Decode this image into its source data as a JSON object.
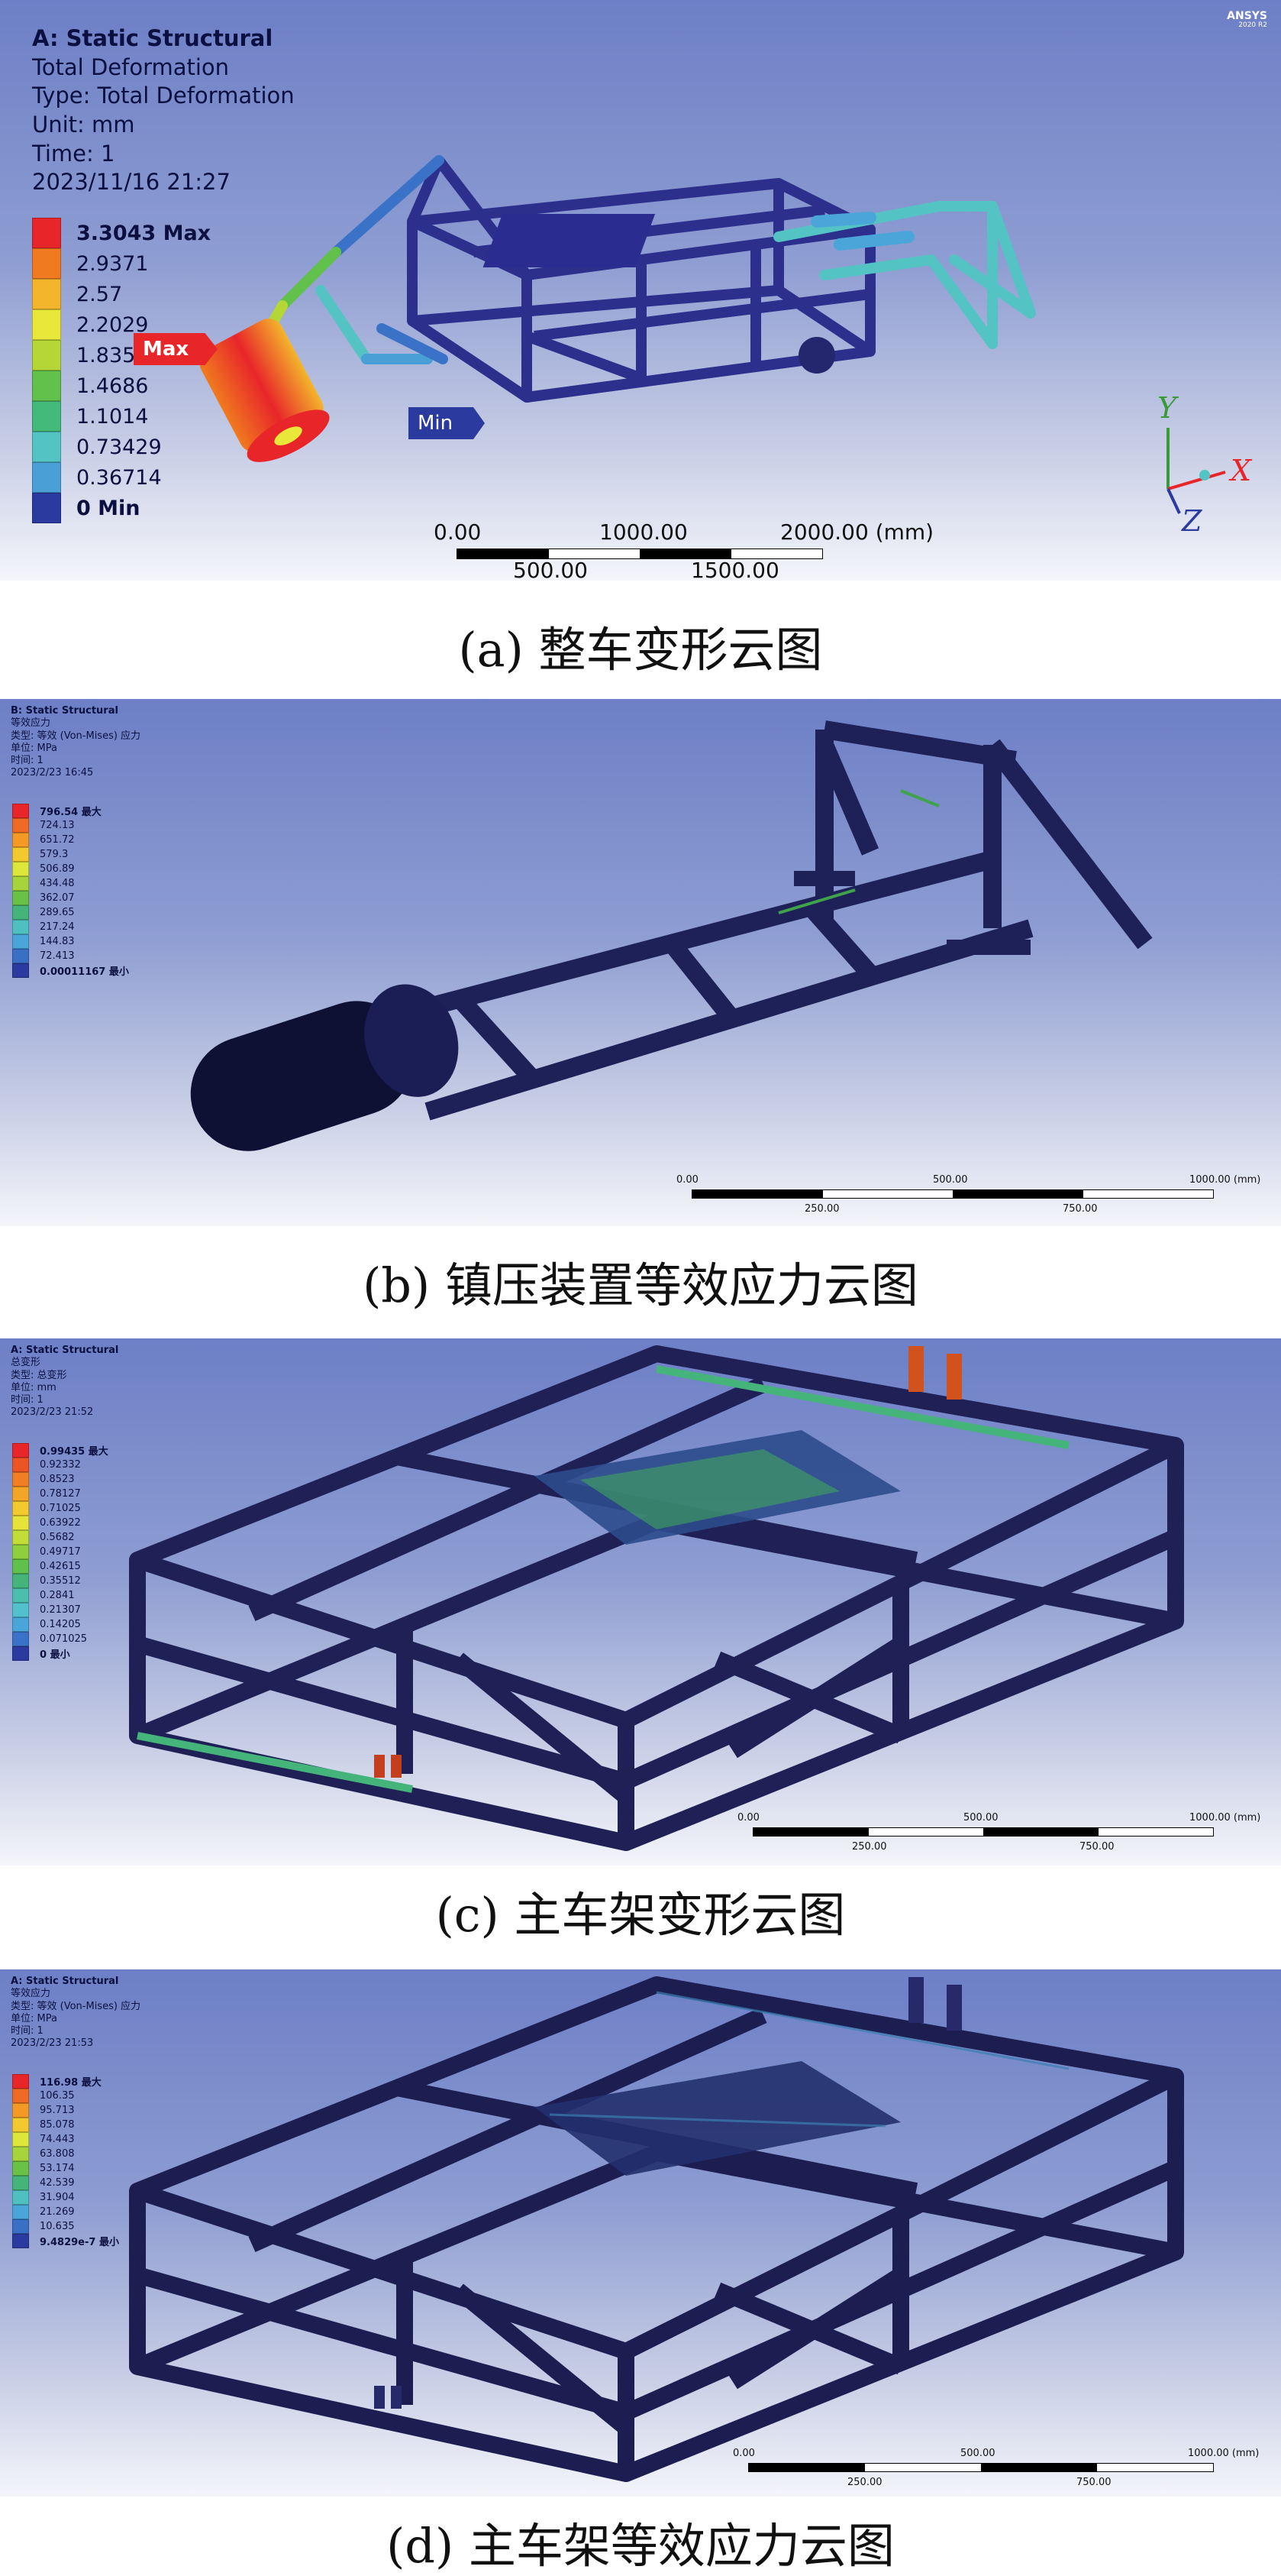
{
  "panel_a": {
    "title": "A: Static Structural",
    "lines": [
      "Total Deformation",
      "Type: Total Deformation",
      "Unit: mm",
      "Time: 1",
      "2023/11/16 21:27"
    ],
    "brand": "ANSYS",
    "brand_version": "2020 R2",
    "legend": [
      "3.3043 Max",
      "2.9371",
      "2.57",
      "2.2029",
      "1.8357",
      "1.4686",
      "1.1014",
      "0.73429",
      "0.36714",
      "0 Min"
    ],
    "max_flag": "Max",
    "min_flag": "Min",
    "axes": {
      "y": "Y",
      "x": "X",
      "z": "Z"
    },
    "scale_top": [
      "0.00",
      "1000.00",
      "2000.00 (mm)"
    ],
    "scale_bottom": [
      "500.00",
      "1500.00"
    ],
    "caption": "(a)  整车变形云图"
  },
  "panel_b": {
    "title": "B: Static Structural",
    "lines": [
      "等效应力",
      "类型: 等效 (Von-Mises) 应力",
      "单位: MPa",
      "时间: 1",
      "2023/2/23 16:45"
    ],
    "legend": [
      "796.54 最大",
      "724.13",
      "651.72",
      "579.3",
      "506.89",
      "434.48",
      "362.07",
      "289.65",
      "217.24",
      "144.83",
      "72.413",
      "0.00011167 最小"
    ],
    "scale_top": [
      "0.00",
      "500.00",
      "1000.00 (mm)"
    ],
    "scale_bottom": [
      "250.00",
      "750.00"
    ],
    "caption": "(b)  镇压装置等效应力云图"
  },
  "panel_c": {
    "title": "A: Static Structural",
    "lines": [
      "总变形",
      "类型: 总变形",
      "单位: mm",
      "时间: 1",
      "2023/2/23 21:52"
    ],
    "legend": [
      "0.99435 最大",
      "0.92332",
      "0.8523",
      "0.78127",
      "0.71025",
      "0.63922",
      "0.5682",
      "0.49717",
      "0.42615",
      "0.35512",
      "0.2841",
      "0.21307",
      "0.14205",
      "0.071025",
      "0 最小"
    ],
    "scale_top": [
      "0.00",
      "500.00",
      "1000.00 (mm)"
    ],
    "scale_bottom": [
      "250.00",
      "750.00"
    ],
    "caption": "(c)  主车架变形云图"
  },
  "panel_d": {
    "title": "A: Static Structural",
    "lines": [
      "等效应力",
      "类型: 等效 (Von-Mises) 应力",
      "单位: MPa",
      "时间: 1",
      "2023/2/23 21:53"
    ],
    "legend": [
      "116.98 最大",
      "106.35",
      "95.713",
      "85.078",
      "74.443",
      "63.808",
      "53.174",
      "42.539",
      "31.904",
      "21.269",
      "10.635",
      "9.4829e-7 最小"
    ],
    "scale_top": [
      "0.00",
      "500.00",
      "1000.00 (mm)"
    ],
    "scale_bottom": [
      "250.00",
      "750.00"
    ],
    "caption": "(d)  主车架等效应力云图"
  },
  "colors": {
    "bg_top": "#6d7fc6",
    "frame_blue": "#2c2f8c",
    "max_red": "#e8262a",
    "min_blue": "#2b3a9e",
    "ramp10": [
      "#e8262a",
      "#f07a1f",
      "#f3b52b",
      "#e9e83a",
      "#b4d636",
      "#62c14a",
      "#43b97a",
      "#54c3c4",
      "#4a9fd6",
      "#2b3a9e"
    ],
    "ramp12": [
      "#e8262a",
      "#ef6a22",
      "#f39a26",
      "#f2c92f",
      "#dde63a",
      "#a6d43a",
      "#69c247",
      "#45b47a",
      "#4fc0bf",
      "#4aa6d8",
      "#3a6fc6",
      "#2b3a9e"
    ],
    "ramp15": [
      "#e8262a",
      "#ec5424",
      "#f07e22",
      "#f3a527",
      "#f2c92f",
      "#e6e33a",
      "#c2dc38",
      "#8fcf3d",
      "#5fc04b",
      "#45b47a",
      "#4bbfae",
      "#51c1cd",
      "#4aa6d8",
      "#3a72c8",
      "#2b3a9e"
    ]
  }
}
